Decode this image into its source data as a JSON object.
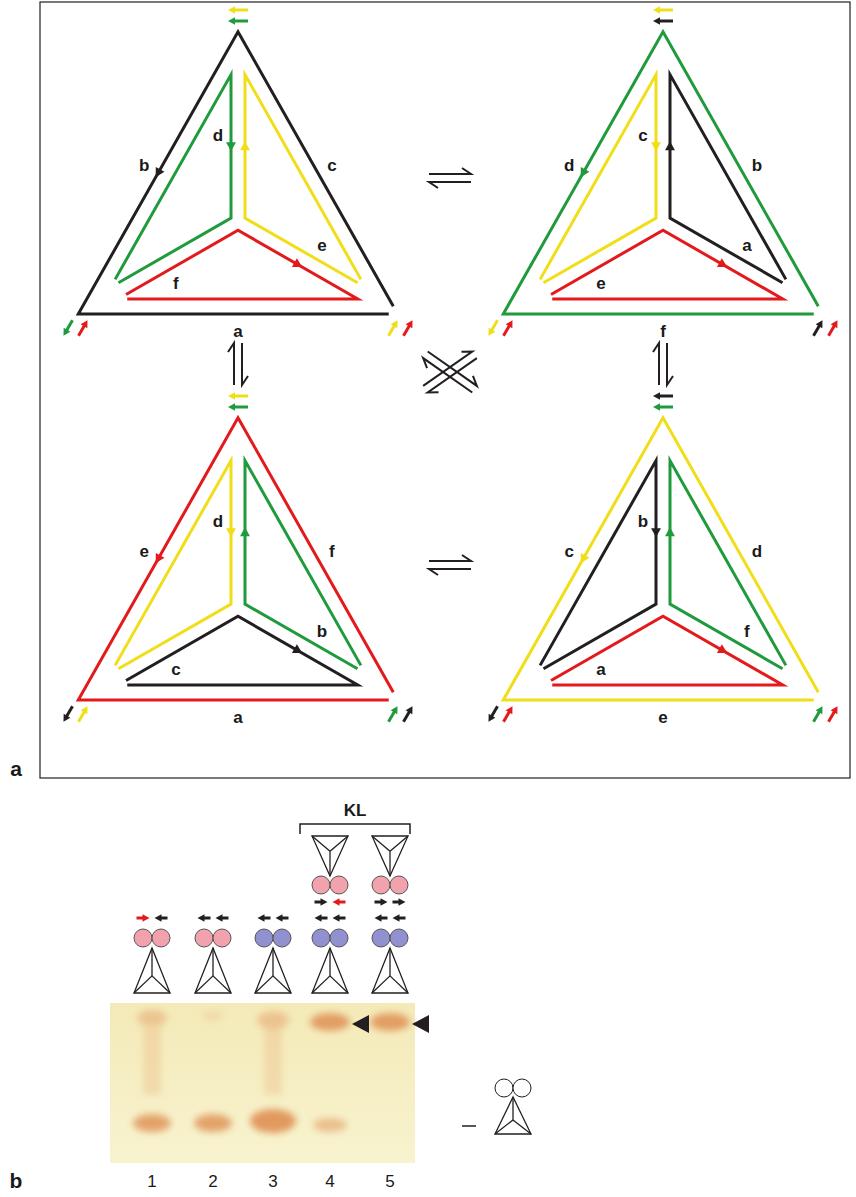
{
  "diagram": {
    "labels": [
      "b",
      "d",
      "c",
      "e",
      "f",
      "a",
      "d",
      "c",
      "b",
      "a",
      "e",
      "f",
      "e",
      "d",
      "f",
      "c",
      "b",
      "a",
      "c",
      "b",
      "d",
      "f",
      "a",
      "e",
      "a",
      "KL",
      "1",
      "2",
      "3",
      "4",
      "5",
      "b"
    ]
  }
}
